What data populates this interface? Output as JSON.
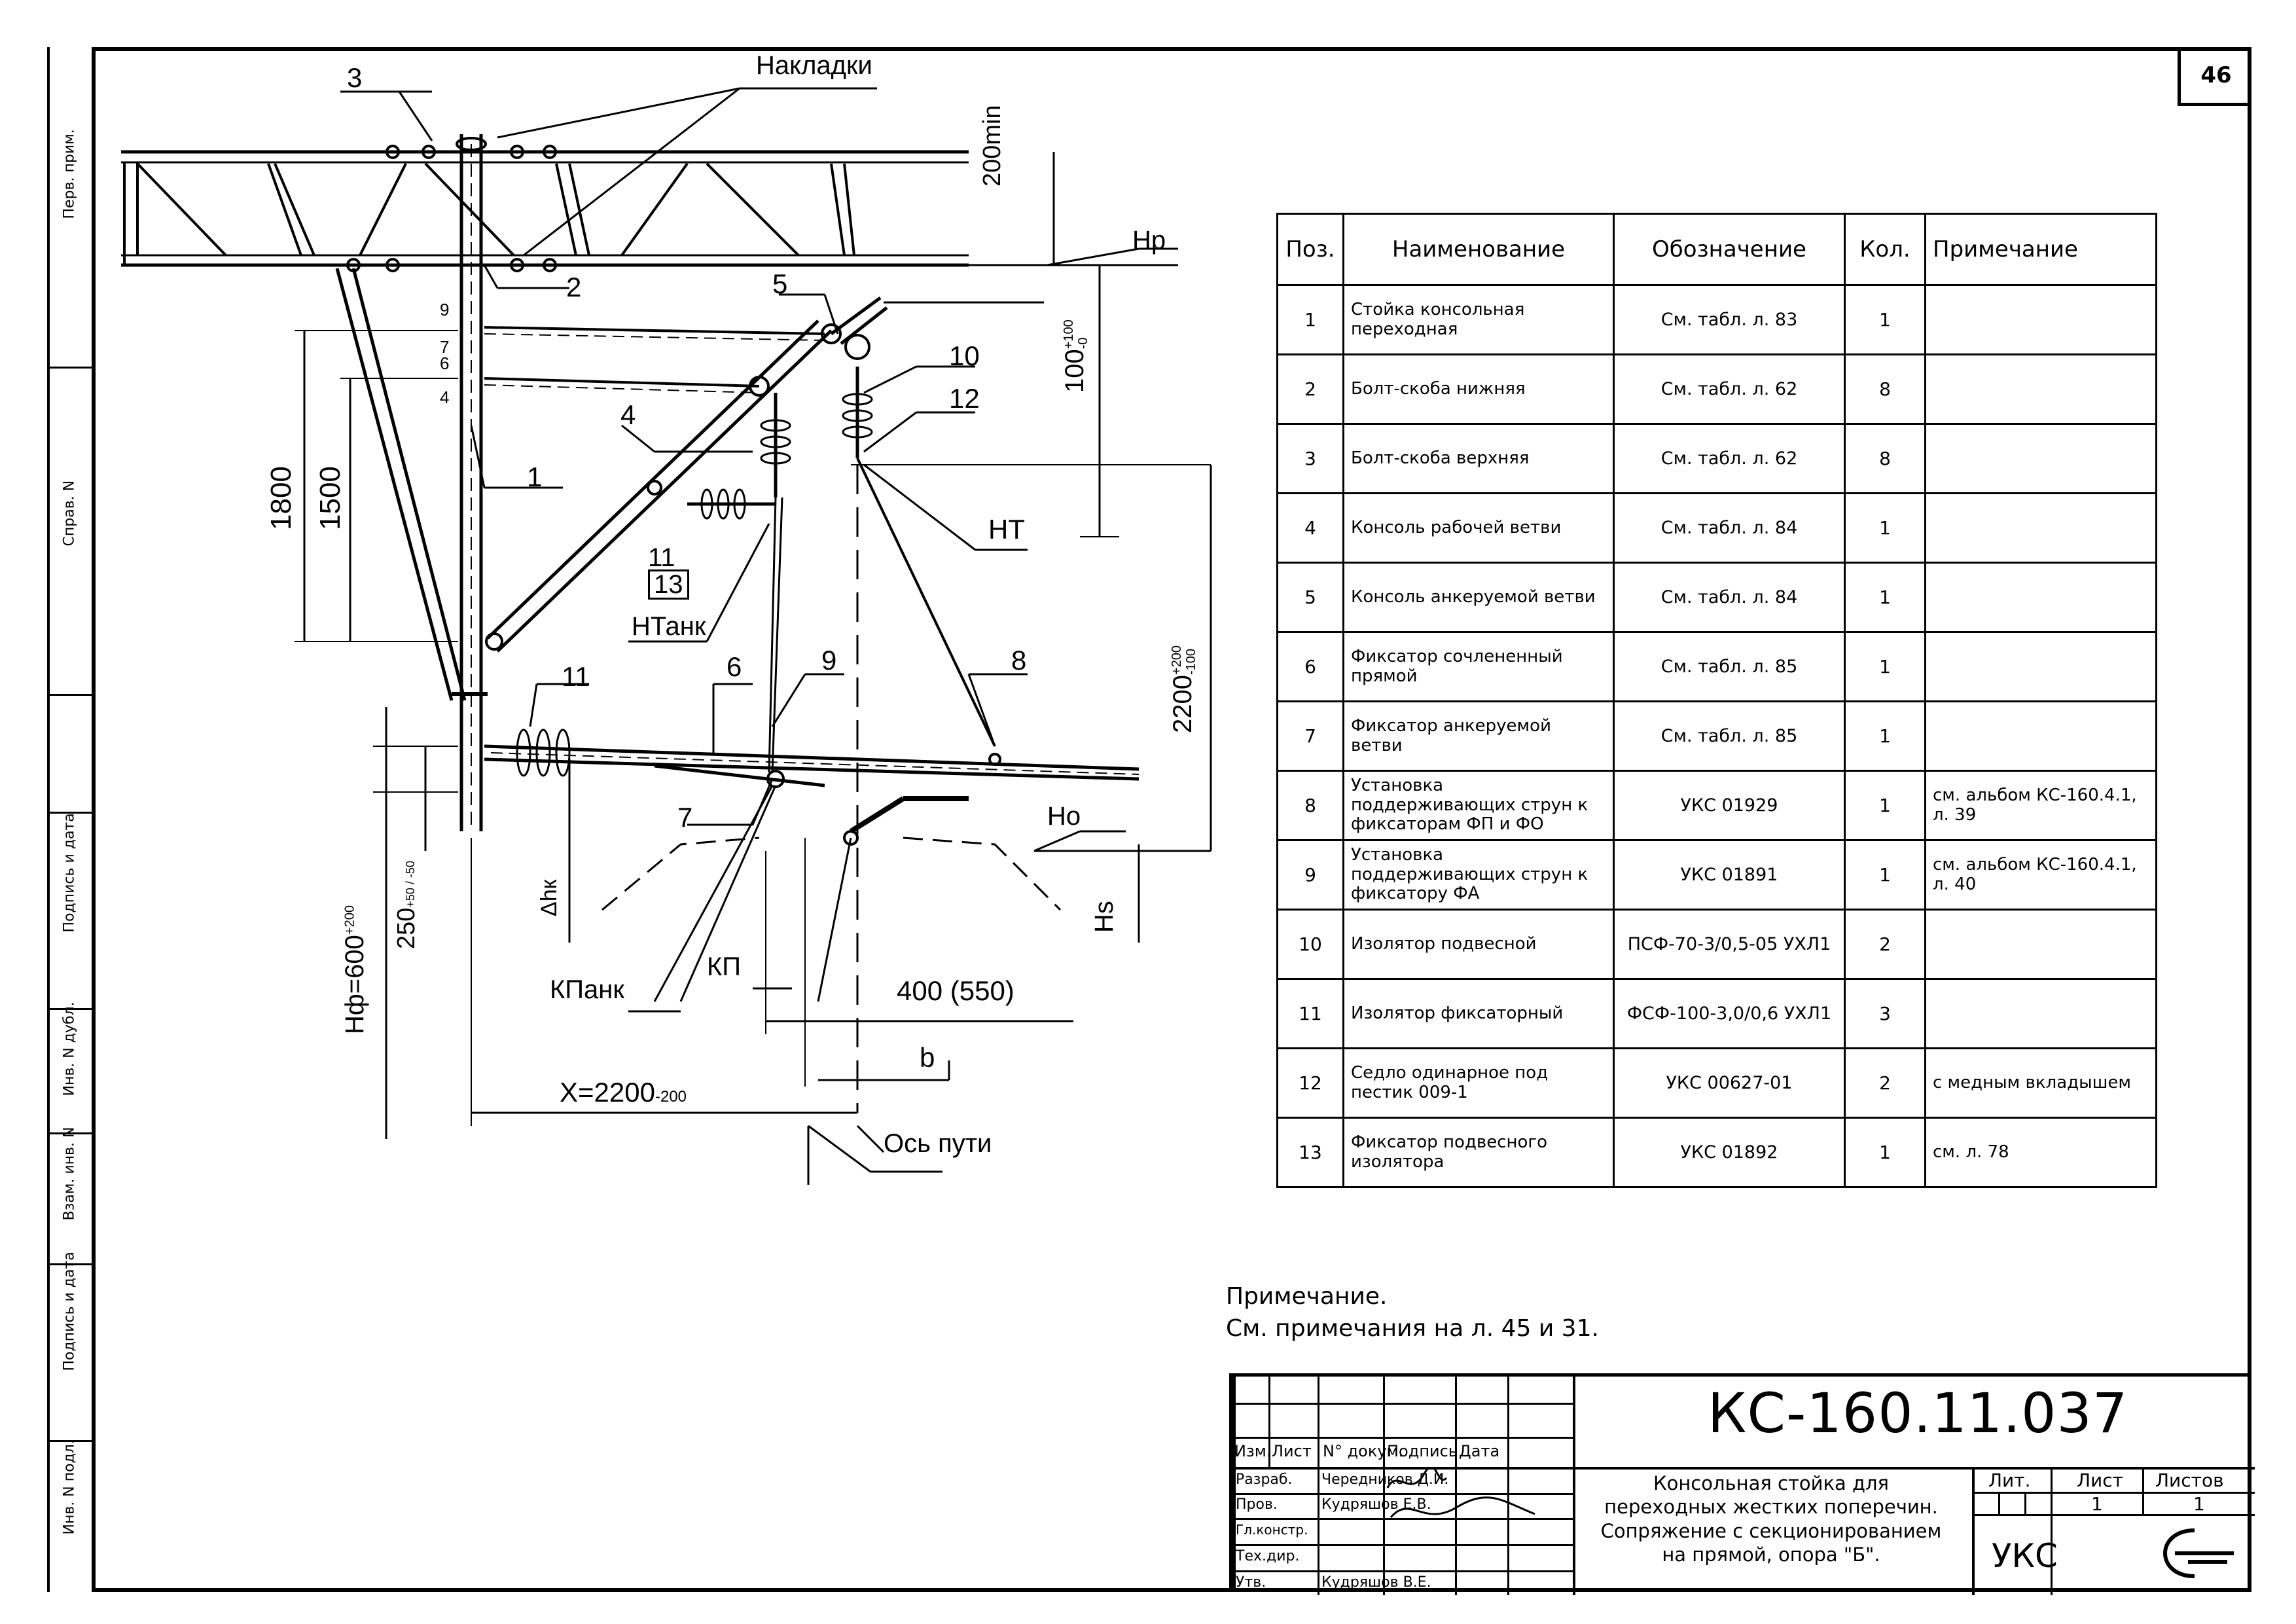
{
  "sheet_number": "46",
  "left_strip": [
    "Перв. прим.",
    "Справ. N",
    "Подпись и дата",
    "Инв. N дубл.",
    "Взам. инв. N",
    "Подпись и дата",
    "Инв. N подл."
  ],
  "drawing": {
    "labels": {
      "nakladki": "Накладки",
      "pos3": "3",
      "pos2": "2",
      "pos5": "5",
      "pos10": "10",
      "pos12": "12",
      "pos4": "4",
      "pos1": "1",
      "pos11a": "11",
      "pos13": "13",
      "pos11b": "11",
      "pos6": "6",
      "pos9": "9",
      "pos8": "8",
      "pos7": "7",
      "mark9": "9",
      "mark7": "7",
      "mark6": "6",
      "mark4": "4",
      "hr": "Нр",
      "ho": "Но",
      "ht": "НТ",
      "htank": "НТанк",
      "kpank": "КПанк",
      "kp": "КП",
      "os_puti": "Ось пути",
      "b": "b",
      "dim_200min": "200min",
      "dim_1800": "1800",
      "dim_1500": "1500",
      "dim_100": "100",
      "dim_100_tol_up": "+100",
      "dim_100_tol_dn": "-0",
      "dim_2200v": "2200",
      "dim_2200v_tol_up": "+200",
      "dim_2200v_tol_dn": "-100",
      "dim_hs": "Hs",
      "dim_dhk": "Δhк",
      "dim_250": "250",
      "dim_250_tol": "+50 / -50",
      "dim_hf": "Hф=600",
      "dim_hf_tol": "+200",
      "dim_400": "400 (550)",
      "dim_x": "X=2200",
      "dim_x_tol": "-200"
    }
  },
  "spec": {
    "headers": [
      "Поз.",
      "Наименование",
      "Обозначение",
      "Кол.",
      "Примечание"
    ],
    "rows": [
      {
        "pos": "1",
        "name": "Стойка консольная переходная",
        "des": "См. табл. л. 83",
        "qty": "1",
        "note": ""
      },
      {
        "pos": "2",
        "name": "Болт-скоба нижняя",
        "des": "См. табл. л. 62",
        "qty": "8",
        "note": ""
      },
      {
        "pos": "3",
        "name": "Болт-скоба верхняя",
        "des": "См. табл. л. 62",
        "qty": "8",
        "note": ""
      },
      {
        "pos": "4",
        "name": "Консоль рабочей ветви",
        "des": "См. табл. л. 84",
        "qty": "1",
        "note": ""
      },
      {
        "pos": "5",
        "name": "Консоль анкеруемой ветви",
        "des": "См. табл. л. 84",
        "qty": "1",
        "note": ""
      },
      {
        "pos": "6",
        "name": "Фиксатор сочлененный прямой",
        "des": "См. табл. л. 85",
        "qty": "1",
        "note": ""
      },
      {
        "pos": "7",
        "name": "Фиксатор анкеруемой ветви",
        "des": "См. табл. л. 85",
        "qty": "1",
        "note": ""
      },
      {
        "pos": "8",
        "name": "Установка поддерживающих струн к фиксаторам ФП и ФО",
        "des": "УКС 01929",
        "qty": "1",
        "note": "см. альбом КС-160.4.1, л. 39"
      },
      {
        "pos": "9",
        "name": "Установка поддерживающих струн к фиксатору ФА",
        "des": "УКС 01891",
        "qty": "1",
        "note": "см. альбом КС-160.4.1, л. 40"
      },
      {
        "pos": "10",
        "name": "Изолятор подвесной",
        "des": "ПСФ-70-3/0,5-05 УХЛ1",
        "qty": "2",
        "note": ""
      },
      {
        "pos": "11",
        "name": "Изолятор фиксаторный",
        "des": "ФСФ-100-3,0/0,6 УХЛ1",
        "qty": "3",
        "note": ""
      },
      {
        "pos": "12",
        "name": "Седло одинарное под пестик 009-1",
        "des": "УКС 00627-01",
        "qty": "2",
        "note": "с медным вкладышем"
      },
      {
        "pos": "13",
        "name": "Фиксатор подвесного изолятора",
        "des": "УКС 01892",
        "qty": "1",
        "note": "см. л. 78"
      }
    ]
  },
  "note": {
    "title": "Примечание.",
    "text": "См. примечания на л. 45 и 31."
  },
  "title_block": {
    "code": "КС-160.11.037",
    "description": [
      "Консольная стойка для",
      "переходных жестких поперечин.",
      "Сопряжение с секционированием",
      "на прямой, опора \"Б\"."
    ],
    "col_headers": [
      "Изм.",
      "Лист",
      "N° докум.",
      "Подпись",
      "Дата"
    ],
    "roles": [
      {
        "role": "Разраб.",
        "name": "Чередников Д.И."
      },
      {
        "role": "Пров.",
        "name": "Кудряшов Е.В."
      },
      {
        "role": "Гл.констр.",
        "name": ""
      },
      {
        "role": "Тех.дир.",
        "name": ""
      },
      {
        "role": "Утв.",
        "name": "Кудряшов В.Е."
      }
    ],
    "lit_label": "Лит.",
    "list_label": "Лист",
    "listov_label": "Листов",
    "list_value": "1",
    "listov_value": "1",
    "org": "УКС",
    "colors": {
      "ink": "#000000",
      "paper": "#ffffff"
    }
  }
}
